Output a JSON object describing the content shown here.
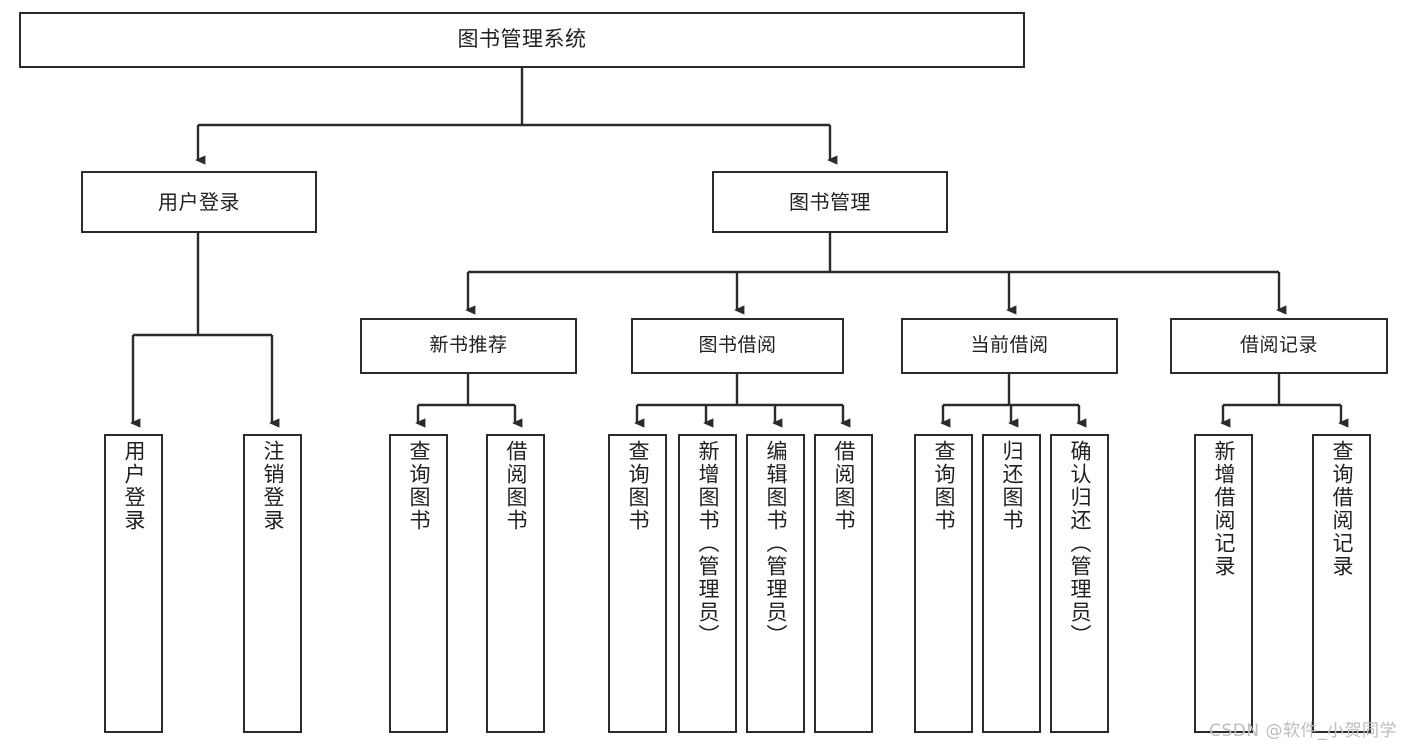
{
  "diagram": {
    "title": "图书管理系统",
    "type": "hierarchy-tree",
    "stroke_color": "#2b2b2b",
    "text_color": "#231f20",
    "background": "#ffffff",
    "watermark": "CSDN @软件_小贺同学",
    "root": {
      "label": "图书管理系统"
    },
    "level1": [
      {
        "label": "用户登录"
      },
      {
        "label": "图书管理"
      }
    ],
    "level2": [
      {
        "label": "新书推荐"
      },
      {
        "label": "图书借阅"
      },
      {
        "label": "当前借阅"
      },
      {
        "label": "借阅记录"
      }
    ],
    "leaves": {
      "user_login": [
        {
          "label": "用户登录"
        },
        {
          "label": "注销登录"
        }
      ],
      "new_book_recommend": [
        {
          "label": "查询图书"
        },
        {
          "label": "借阅图书"
        }
      ],
      "book_borrow": [
        {
          "label": "查询图书"
        },
        {
          "label": "新增图书（管理员）"
        },
        {
          "label": "编辑图书（管理员）"
        },
        {
          "label": "借阅图书"
        }
      ],
      "current_borrow": [
        {
          "label": "查询图书"
        },
        {
          "label": "归还图书"
        },
        {
          "label": "确认归还（管理员）"
        }
      ],
      "borrow_record": [
        {
          "label": "新增借阅记录"
        },
        {
          "label": "查询借阅记录"
        }
      ]
    }
  }
}
